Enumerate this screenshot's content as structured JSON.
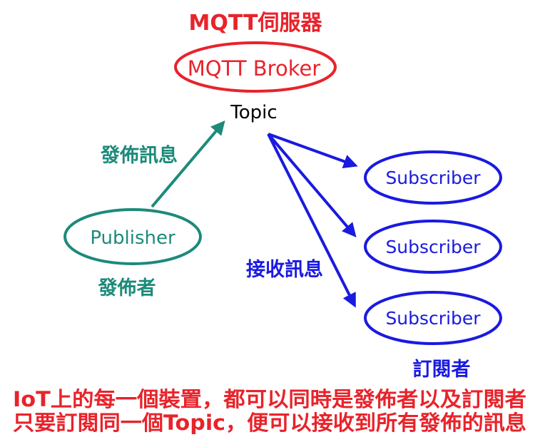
{
  "broker": {
    "title_cn": "MQTT伺服器",
    "label": "MQTT Broker"
  },
  "topic": {
    "label": "Topic"
  },
  "publisher": {
    "label": "Publisher",
    "role_cn": "發佈者",
    "action_cn": "發佈訊息"
  },
  "subscribers": {
    "items": [
      {
        "label": "Subscriber"
      },
      {
        "label": "Subscriber"
      },
      {
        "label": "Subscriber"
      }
    ],
    "role_cn": "訂閱者",
    "action_cn": "接收訊息"
  },
  "footer": {
    "line1": "IoT上的每一個裝置，都可以同時是發佈者以及訂閱者",
    "line2": "只要訂閱同一個Topic，便可以接收到所有發佈的訊息"
  },
  "colors": {
    "red": "#e8232b",
    "teal": "#1d8a7a",
    "blue": "#1a1ae0"
  }
}
